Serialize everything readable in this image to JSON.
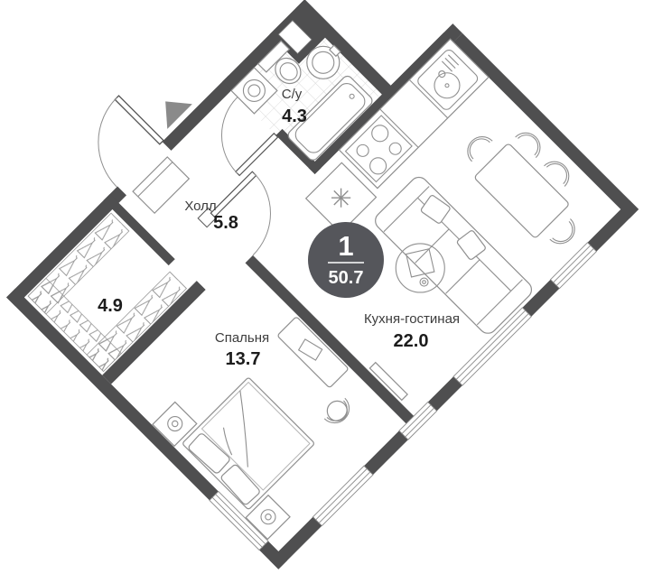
{
  "plan": {
    "badge": {
      "number": "1",
      "area": "50.7"
    },
    "rooms": [
      {
        "id": "bathroom",
        "name": "С/у",
        "area": "4.3"
      },
      {
        "id": "hall",
        "name": "Холл",
        "area": "5.8"
      },
      {
        "id": "kitchen-living",
        "name": "Кухня-гостиная",
        "area": "22.0"
      },
      {
        "id": "bedroom",
        "name": "Спальня",
        "area": "13.7"
      },
      {
        "id": "wardrobe",
        "area": "4.9"
      }
    ],
    "colors": {
      "wall": "#4f4f50",
      "furniture_stroke": "#8f8f8f",
      "tile_grid": "#d9d9d9",
      "badge_bg": "#55565b",
      "room_name_text": "#3c3c3c",
      "area_text": "#1c1c1c",
      "background": "#ffffff"
    }
  }
}
